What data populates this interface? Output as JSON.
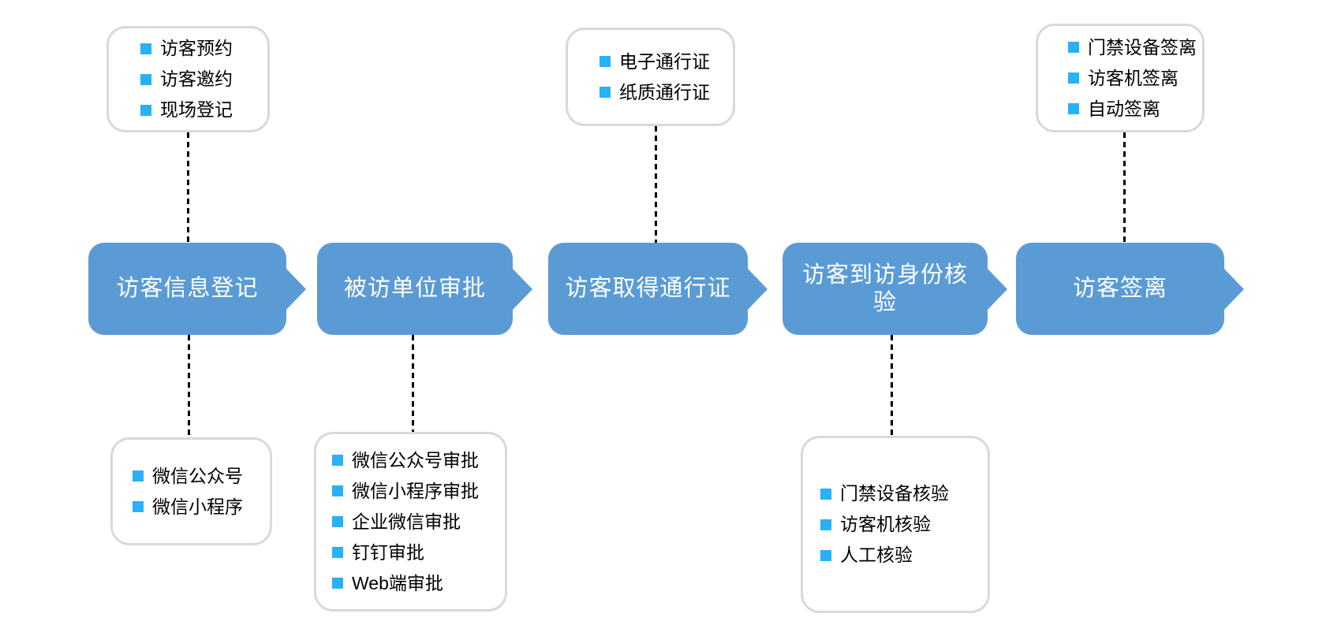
{
  "diagram_title": "visitor-management-flow",
  "colors": {
    "step_fill": "#5B9BD5",
    "step_text": "#FFFFFF",
    "bullet": "#27B1F7",
    "callout_border": "#D9D9D9",
    "connector": "#000000",
    "background": "#FFFFFF"
  },
  "steps": [
    {
      "label": "访客信息登记",
      "callout_above": {
        "items": [
          "访客预约",
          "访客邀约",
          "现场登记"
        ]
      },
      "callout_below": {
        "items": [
          "微信公众号",
          "微信小程序"
        ]
      }
    },
    {
      "label": "被访单位审批",
      "callout_below": {
        "items": [
          "微信公众号审批",
          "微信小程序审批",
          "企业微信审批",
          "钉钉审批",
          "Web端审批"
        ]
      }
    },
    {
      "label": "访客取得通行证",
      "callout_above": {
        "items": [
          "电子通行证",
          "纸质通行证"
        ]
      }
    },
    {
      "label": "访客到访身份核验",
      "callout_below": {
        "items": [
          "门禁设备核验",
          "访客机核验",
          "人工核验"
        ]
      }
    },
    {
      "label": "访客签离",
      "callout_above": {
        "items": [
          "门禁设备签离",
          "访客机签离",
          "自动签离"
        ]
      }
    }
  ]
}
